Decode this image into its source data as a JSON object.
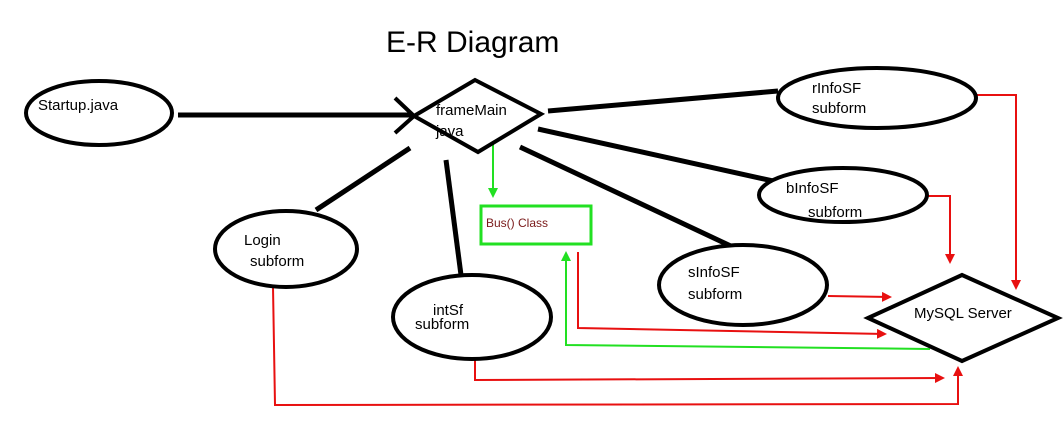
{
  "title": "E-R Diagram",
  "nodes": {
    "startup": "Startup.java",
    "framemain_line1": "frameMain",
    "framemain_line2": "java",
    "rinfosf_line1": "rInfoSF",
    "rinfosf_line2": "subform",
    "binfosf_line1": "bInfoSF",
    "binfosf_line2": "subform",
    "sinfosf_line1": "sInfoSF",
    "sinfosf_line2": "subform",
    "login_line1": "Login",
    "login_line2": "subform",
    "intsf_line1": "intSf",
    "intsf_line2": "subform",
    "bus": "Bus() Class",
    "mysql": "MySQL Server"
  },
  "colors": {
    "black": "#000000",
    "red": "#e81010",
    "green": "#22e022"
  }
}
